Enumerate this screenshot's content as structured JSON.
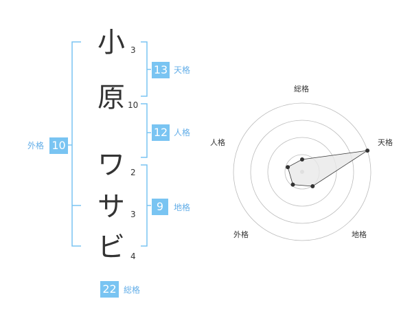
{
  "name": {
    "chars": [
      {
        "char": "小",
        "strokes": "3"
      },
      {
        "char": "原",
        "strokes": "10"
      },
      {
        "char": "ワ",
        "strokes": "2"
      },
      {
        "char": "サ",
        "strokes": "3"
      },
      {
        "char": "ビ",
        "strokes": "4"
      }
    ]
  },
  "kaku": {
    "tenkaku": {
      "value": "13",
      "label": "天格"
    },
    "jinkaku": {
      "value": "12",
      "label": "人格"
    },
    "chikaku": {
      "value": "9",
      "label": "地格"
    },
    "gaikaku": {
      "value": "10",
      "label": "外格"
    },
    "soukaku": {
      "value": "22",
      "label": "総格"
    }
  },
  "radar": {
    "labels": {
      "top": "総格",
      "upper_right": "天格",
      "lower_right": "地格",
      "lower_left": "外格",
      "upper_left": "人格"
    },
    "values": {
      "soukaku": 0.18,
      "tenkaku": 1.0,
      "chikaku": 0.26,
      "gaikaku": 0.23,
      "jinkaku": 0.22
    }
  },
  "colors": {
    "accent": "#79c4f2",
    "label": "#63aee8",
    "text": "#333333",
    "bracket": "#79c4f2",
    "grid": "#bbbbbb"
  }
}
